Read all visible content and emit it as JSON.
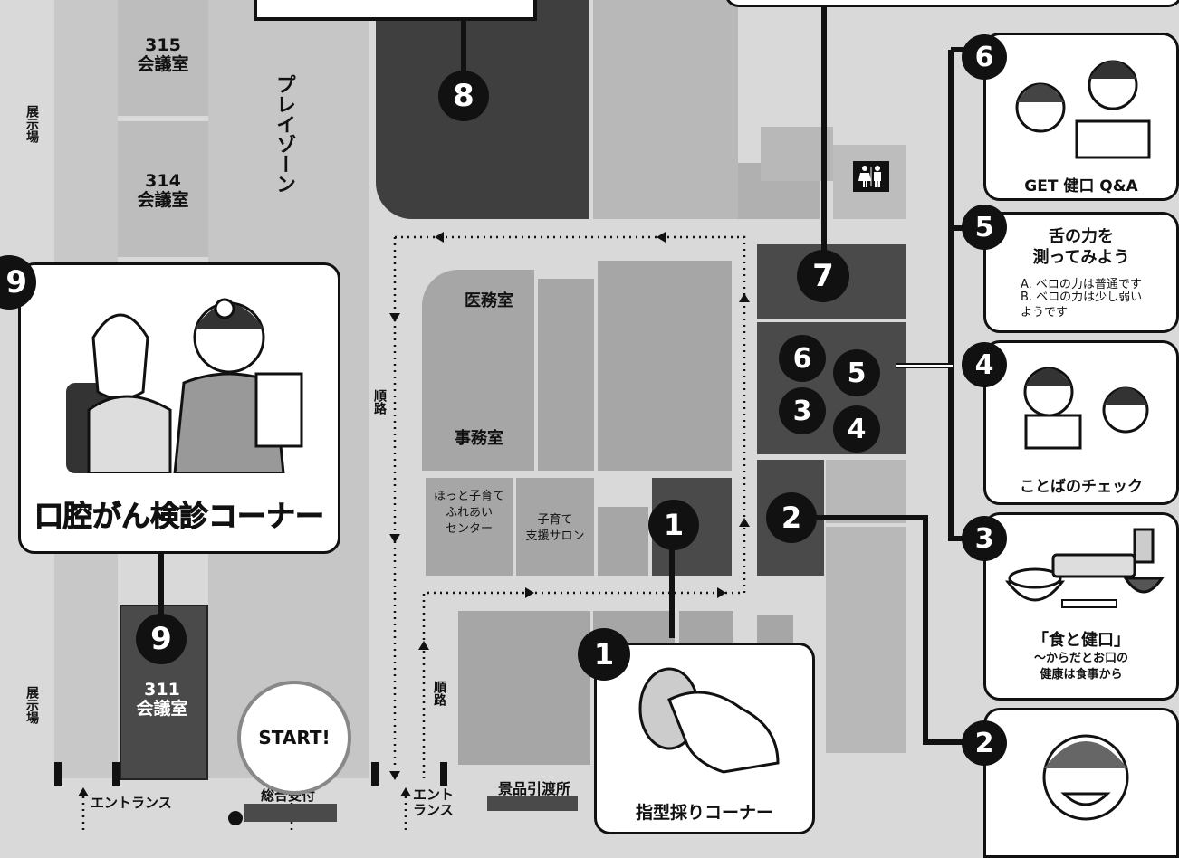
{
  "rooms": {
    "r315": "315\n会議室",
    "r314": "314\n会議室",
    "r311": "311\n会議室",
    "exhibit": "展示場",
    "playzone": "プレイゾーン",
    "medical": "医務室",
    "office": "事務室",
    "kids_center": "ほっと子育て\nふれあい\nセンター",
    "kids_salon": "子育て\n支援サロン",
    "route": "順路",
    "prize": "景品引渡所",
    "entrance": "エントランス",
    "entrance_split": "エント\nランス",
    "reception": "総合受付",
    "start": "START!"
  },
  "corners": {
    "c9_title": "口腔がん検診コーナー",
    "c1_title": "指型採りコーナー",
    "c6_title": "GET 健口 Q&A",
    "c5_title": "舌の力を\n測ってみよう",
    "c5_a": "A. ベロの力は普通です",
    "c5_b": "B. ベロの力は少し弱い\nようです",
    "c4_title": "ことばのチェック",
    "c3_title": "「食と健口」",
    "c3_sub": "〜からだとお口の\n健康は食事から"
  },
  "badges": {
    "b1": "1",
    "b2": "2",
    "b3": "3",
    "b4": "4",
    "b5": "5",
    "b6": "6",
    "b7": "7",
    "b8": "8",
    "b9": "9"
  },
  "icons": {
    "restroom": "restroom-icon"
  }
}
